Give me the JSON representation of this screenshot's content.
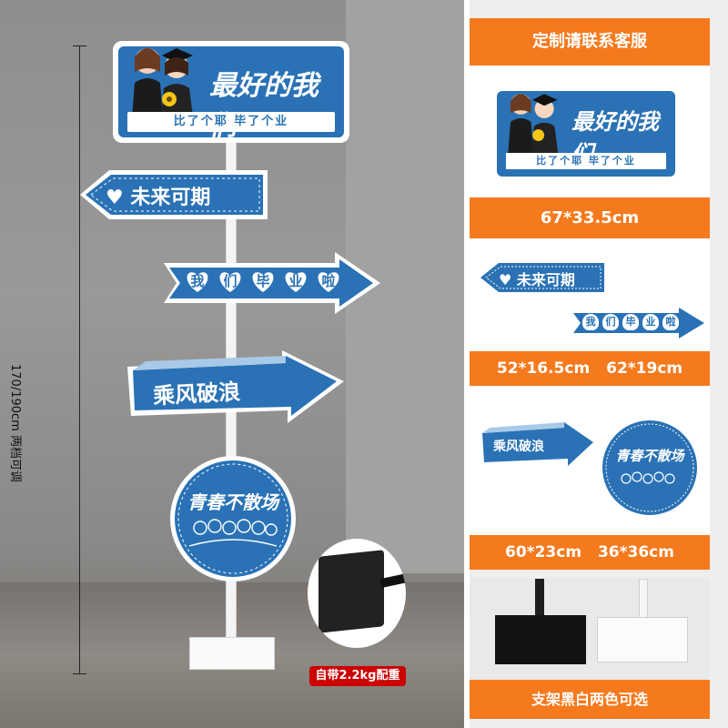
{
  "left": {
    "dimension_label": "170/190cm 两档可调",
    "sign_top": {
      "title": "最好的我们",
      "subtitle": "比了个耶  毕了个业"
    },
    "arrow1": {
      "text": "♥ 未来可期"
    },
    "arrow2": {
      "chars": [
        "我",
        "们",
        "毕",
        "业",
        "啦"
      ]
    },
    "arrow3": {
      "text": "乘风破浪"
    },
    "round_sign": {
      "title": "青春不散场"
    },
    "weight_label": "自带2.2kg配重"
  },
  "right": {
    "header": "定制请联系客服",
    "size1": "67*33.5cm",
    "mini_top": {
      "title": "最好的我们",
      "subtitle": "比了个耶  毕了个业"
    },
    "mini_arrow1": "♥ 未来可期",
    "mini_arrow2_chars": [
      "我",
      "们",
      "毕",
      "业",
      "啦"
    ],
    "size2a": "52*16.5cm",
    "size2b": "62*19cm",
    "mini_arrow3": "乘风破浪",
    "mini_round": "青春不散场",
    "size3a": "60*23cm",
    "size3b": "36*36cm",
    "stand_note": "支架黑白两色可选"
  },
  "colors": {
    "blue": "#2a72b5",
    "orange": "#f57a1e",
    "red": "#cc0000"
  }
}
